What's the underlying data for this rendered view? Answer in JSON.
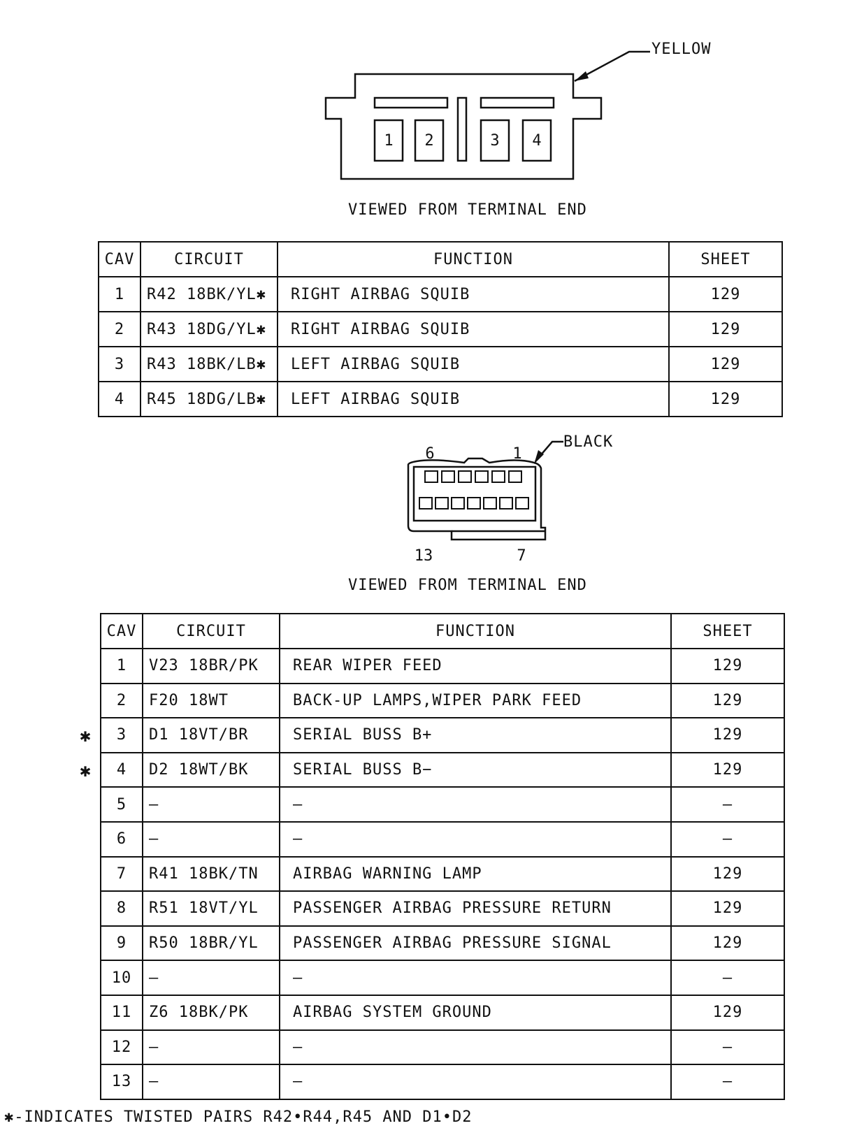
{
  "connector1": {
    "color_label": "YELLOW",
    "cavity_numbers": [
      "1",
      "2",
      "3",
      "4"
    ],
    "caption": "VIEWED FROM TERMINAL END"
  },
  "table1": {
    "headers": [
      "CAV",
      "CIRCUIT",
      "FUNCTION",
      "SHEET"
    ],
    "rows": [
      {
        "cav": "1",
        "circuit": "R42 18BK/YL✱",
        "function": "RIGHT AIRBAG SQUIB",
        "sheet": "129"
      },
      {
        "cav": "2",
        "circuit": "R43 18DG/YL✱",
        "function": "RIGHT AIRBAG SQUIB",
        "sheet": "129"
      },
      {
        "cav": "3",
        "circuit": "R43 18BK/LB✱",
        "function": "LEFT AIRBAG SQUIB",
        "sheet": "129"
      },
      {
        "cav": "4",
        "circuit": "R45 18DG/LB✱",
        "function": "LEFT AIRBAG SQUIB",
        "sheet": "129"
      }
    ]
  },
  "connector2": {
    "color_label": "BLACK",
    "pin_labels": {
      "top_left": "6",
      "top_right": "1",
      "bottom_left": "13",
      "bottom_right": "7"
    },
    "caption": "VIEWED FROM TERMINAL END"
  },
  "table2": {
    "headers": [
      "CAV",
      "CIRCUIT",
      "FUNCTION",
      "SHEET"
    ],
    "rows": [
      {
        "mark": "",
        "cav": "1",
        "circuit": "V23 18BR/PK",
        "function": "REAR WIPER FEED",
        "sheet": "129"
      },
      {
        "mark": "",
        "cav": "2",
        "circuit": "F20 18WT",
        "function": "BACK-UP LAMPS,WIPER PARK FEED",
        "sheet": "129"
      },
      {
        "mark": "✱",
        "cav": "3",
        "circuit": "D1 18VT/BR",
        "function": "SERIAL BUSS B+",
        "sheet": "129"
      },
      {
        "mark": "✱",
        "cav": "4",
        "circuit": "D2 18WT/BK",
        "function": "SERIAL BUSS B−",
        "sheet": "129"
      },
      {
        "mark": "",
        "cav": "5",
        "circuit": "—",
        "function": "—",
        "sheet": "—"
      },
      {
        "mark": "",
        "cav": "6",
        "circuit": "—",
        "function": "—",
        "sheet": "—"
      },
      {
        "mark": "",
        "cav": "7",
        "circuit": "R41 18BK/TN",
        "function": "AIRBAG WARNING LAMP",
        "sheet": "129"
      },
      {
        "mark": "",
        "cav": "8",
        "circuit": "R51 18VT/YL",
        "function": "PASSENGER AIRBAG PRESSURE RETURN",
        "sheet": "129"
      },
      {
        "mark": "",
        "cav": "9",
        "circuit": "R50 18BR/YL",
        "function": "PASSENGER AIRBAG PRESSURE SIGNAL",
        "sheet": "129"
      },
      {
        "mark": "",
        "cav": "10",
        "circuit": "—",
        "function": "—",
        "sheet": "—"
      },
      {
        "mark": "",
        "cav": "11",
        "circuit": "Z6 18BK/PK",
        "function": "AIRBAG SYSTEM GROUND",
        "sheet": "129"
      },
      {
        "mark": "",
        "cav": "12",
        "circuit": "—",
        "function": "—",
        "sheet": "—"
      },
      {
        "mark": "",
        "cav": "13",
        "circuit": "—",
        "function": "—",
        "sheet": "—"
      }
    ]
  },
  "footnote": "✱-INDICATES TWISTED PAIRS R42•R44,R45 AND D1•D2"
}
